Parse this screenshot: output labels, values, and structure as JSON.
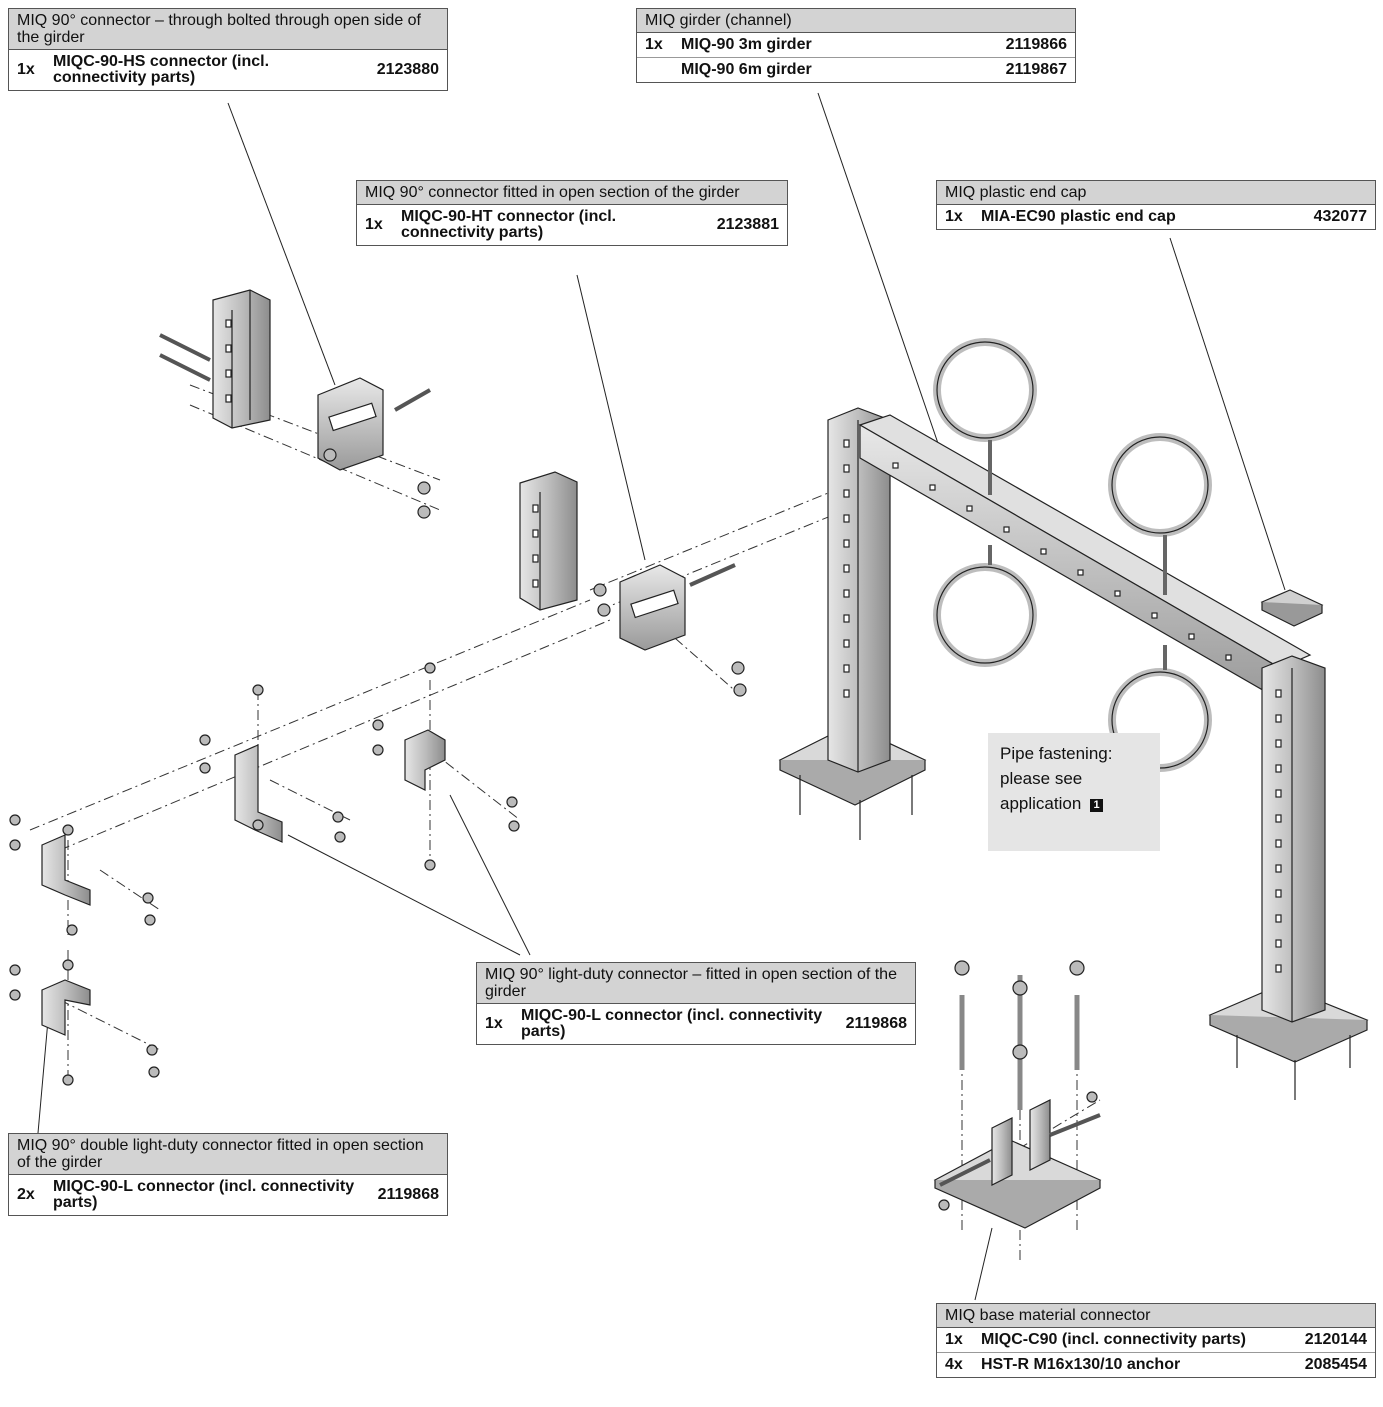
{
  "callouts": {
    "hs_connector": {
      "title": "MIQ 90° connector – through bolted through open side of the girder",
      "rows": [
        {
          "qty": "1x",
          "desc": "MIQC-90-HS connector (incl. connectivity parts)",
          "code": "2123880"
        }
      ]
    },
    "girder": {
      "title": "MIQ girder (channel)",
      "rows": [
        {
          "qty": "1x",
          "desc": "MIQ-90 3m girder",
          "code": "2119866"
        },
        {
          "qty": "",
          "desc": "MIQ-90 6m girder",
          "code": "2119867"
        }
      ]
    },
    "ht_connector": {
      "title": "MIQ 90° connector fitted in open section of the girder",
      "rows": [
        {
          "qty": "1x",
          "desc": "MIQC-90-HT connector (incl. connectivity parts)",
          "code": "2123881"
        }
      ]
    },
    "end_cap": {
      "title": "MIQ plastic end cap",
      "rows": [
        {
          "qty": "1x",
          "desc": "MIA-EC90 plastic end cap",
          "code": "432077"
        }
      ]
    },
    "light_duty": {
      "title": "MIQ 90° light-duty connector – fitted in open section of the girder",
      "rows": [
        {
          "qty": "1x",
          "desc": "MIQC-90-L connector (incl. connectivity parts)",
          "code": "2119868"
        }
      ]
    },
    "double_light_duty": {
      "title": "MIQ 90° double light-duty connector fitted in open section of the girder",
      "rows": [
        {
          "qty": "2x",
          "desc": "MIQC-90-L connector (incl. connectivity parts)",
          "code": "2119868"
        }
      ]
    },
    "base_connector": {
      "title": "MIQ base material connector",
      "rows": [
        {
          "qty": "1x",
          "desc": "MIQC-C90 (incl. connectivity parts)",
          "code": "2120144"
        },
        {
          "qty": "4x",
          "desc": "HST-R M16x130/10 anchor",
          "code": "2085454"
        }
      ]
    }
  },
  "note": {
    "text": "Pipe fastening: please see application",
    "badge": "1"
  }
}
